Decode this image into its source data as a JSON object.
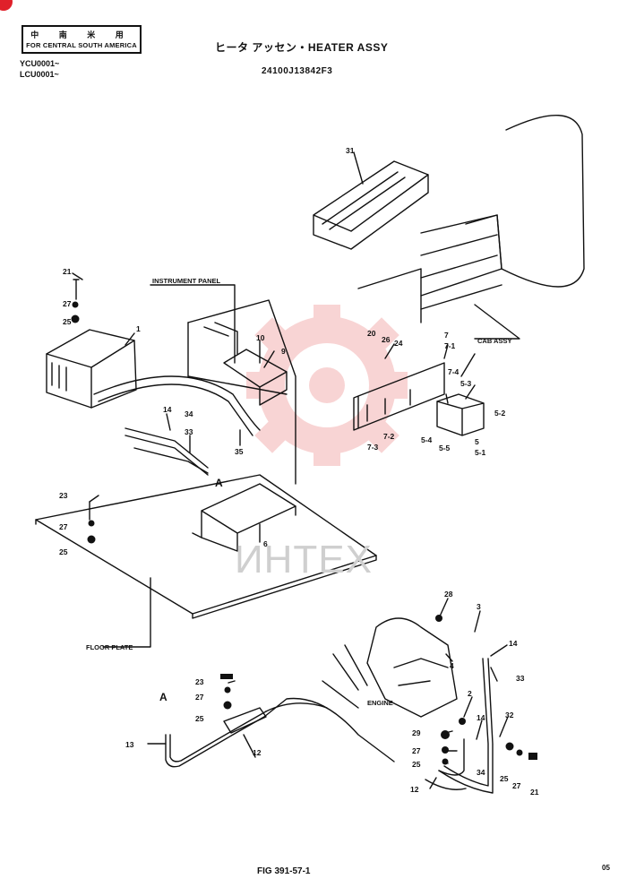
{
  "header": {
    "region_jp": "中 南 米 用",
    "region_en": "FOR CENTRAL SOUTH AMERICA",
    "serial_1": "YCU0001~",
    "serial_2": "LCU0001~",
    "title": "ヒータ アッセン・HEATER ASSY",
    "part_number": "24100J13842F3"
  },
  "watermark": {
    "text": "ИНТЕХ",
    "color": "#f2a8a8"
  },
  "labels": {
    "instrument_panel": "INSTRUMENT PANEL",
    "cab_assy": "CAB ASSY",
    "floor_plate": "FLOOR PLATE",
    "engine": "ENGINE",
    "ref_a_top": "A",
    "ref_a_bottom": "A"
  },
  "callouts": {
    "p31": "31",
    "p21a": "21",
    "p27a": "27",
    "p25a": "25",
    "p1": "1",
    "p10": "10",
    "p9": "9",
    "p14a": "14",
    "p34a": "34",
    "p33a": "33",
    "p35": "35",
    "p20": "20",
    "p26": "26",
    "p24": "24",
    "p7": "7",
    "p7_1": "7-1",
    "p7_4": "7-4",
    "p5_3": "5-3",
    "p5_2": "5-2",
    "p7_2": "7-2",
    "p7_3": "7-3",
    "p5_4": "5-4",
    "p5_5": "5-5",
    "p5": "5",
    "p5_1": "5-1",
    "p23a": "23",
    "p27b": "27",
    "p25b": "25",
    "p6": "6",
    "p28": "28",
    "p3": "3",
    "p14b": "14",
    "p4": "4",
    "p33b": "33",
    "p23b": "23",
    "p27c": "27",
    "p25c": "25",
    "p13": "13",
    "p12a": "12",
    "p2": "2",
    "p14c": "14",
    "p32": "32",
    "p29": "29",
    "p27d": "27",
    "p25d": "25",
    "p34b": "34",
    "p25e": "25",
    "p27e": "27",
    "p21b": "21",
    "p12b": "12"
  },
  "footer": {
    "figure": "FIG 391-57-1",
    "page": "05"
  }
}
